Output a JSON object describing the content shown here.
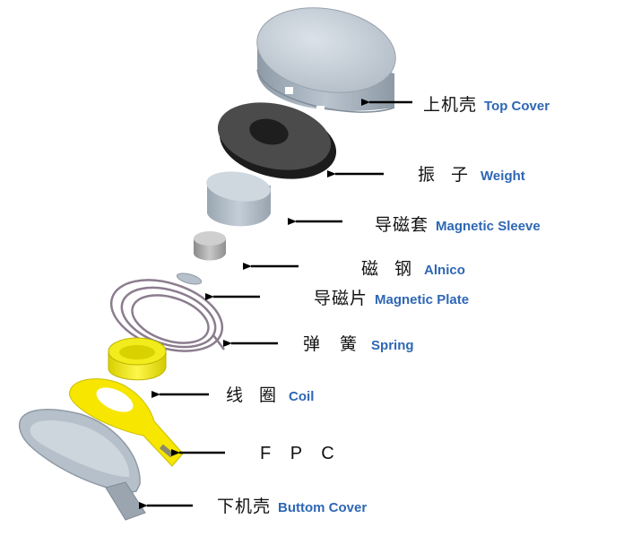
{
  "parts": [
    {
      "id": "top-cover",
      "zh": "上机壳",
      "en": "Top Cover"
    },
    {
      "id": "weight",
      "zh": "振 子",
      "en": "Weight"
    },
    {
      "id": "magnetic-sleeve",
      "zh": "导磁套",
      "en": "Magnetic Sleeve"
    },
    {
      "id": "alnico",
      "zh": "磁 钢",
      "en": "Alnico"
    },
    {
      "id": "magnetic-plate",
      "zh": "导磁片",
      "en": "Magnetic Plate"
    },
    {
      "id": "spring",
      "zh": "弹 簧",
      "en": "Spring"
    },
    {
      "id": "coil",
      "zh": "线 圈",
      "en": "Coil"
    },
    {
      "id": "fpc",
      "zh": "F P C",
      "en": ""
    },
    {
      "id": "bottom-cover",
      "zh": "下机壳",
      "en": "Buttom Cover"
    }
  ],
  "colors": {
    "label_en": "#2e67b4",
    "cover": "#aeb9c4",
    "weight": "#2c2c2c",
    "coil": "#f0ea00",
    "fpc": "#f6e600",
    "spring": "#8b7c8e"
  }
}
